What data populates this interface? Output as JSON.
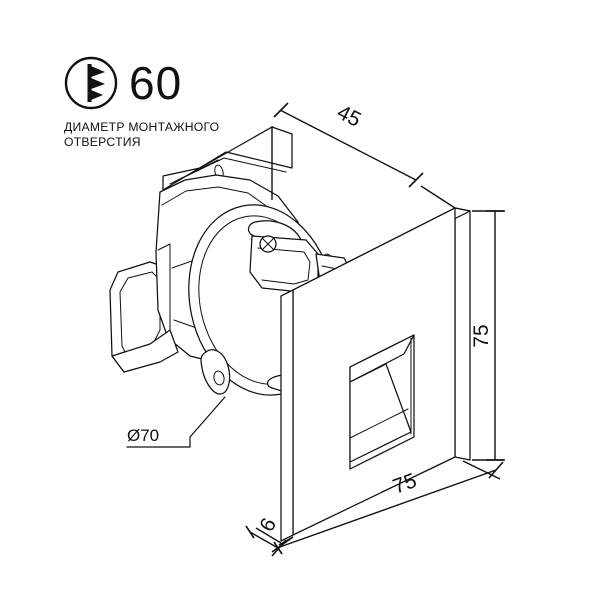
{
  "document": {
    "type": "technical-drawing",
    "subject": "recessed-wall-light-fixture",
    "background_color": "#ffffff",
    "line_color": "#111111"
  },
  "badge": {
    "icon_name": "mounting-hole-drill-icon",
    "value": "60",
    "caption_line1": "ДИАМЕТР МОНТАЖНОГО",
    "caption_line2": "ОТВЕРСТИЯ",
    "caption_full": "ДИАМЕТР МОНТАЖНОГО ОТВЕРСТИЯ"
  },
  "dimensions": {
    "depth": {
      "label": "45",
      "name": "depth-dimension"
    },
    "height": {
      "label": "75",
      "name": "height-dimension"
    },
    "width": {
      "label": "75",
      "name": "width-dimension"
    },
    "thickness": {
      "label": "6",
      "name": "thickness-dimension"
    },
    "diameter": {
      "label": "Ø70",
      "name": "diameter-callout"
    }
  }
}
